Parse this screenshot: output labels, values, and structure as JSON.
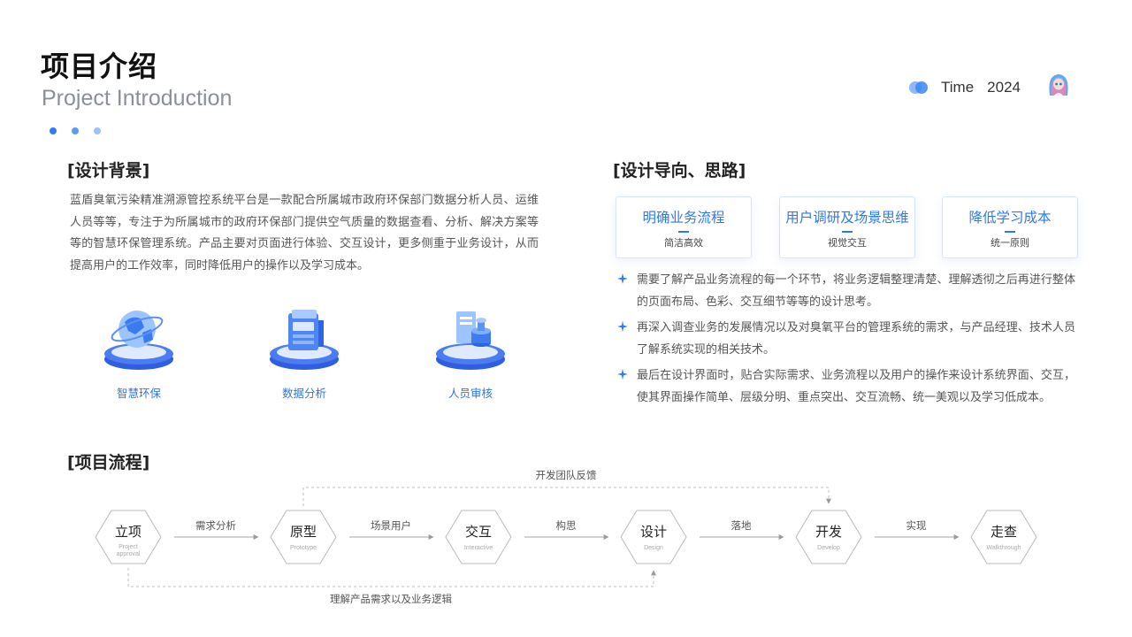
{
  "header": {
    "title_cn": "项目介绍",
    "title_en": "Project Introduction",
    "time_label": "Time",
    "year": "2024"
  },
  "background": {
    "title": "[设计背景]",
    "text": "蓝盾臭氧污染精准溯源管控系统平台是一款配合所属城市政府环保部门数据分析人员、运维人员等等，专注于为所属城市的政府环保部门提供空气质量的数据查看、分析、解决方案等等的智慧环保管理系统。产品主要对页面进行体验、交互设计，更多侧重于业务设计，从而提高用户的工作效率，同时降低用户的操作以及学习成本。",
    "features": [
      {
        "label": "智慧环保",
        "icon": "globe-icon"
      },
      {
        "label": "数据分析",
        "icon": "data-server-icon"
      },
      {
        "label": "人员审核",
        "icon": "personnel-review-icon"
      }
    ]
  },
  "guidance": {
    "title": "[设计导向、思路]",
    "cards": [
      {
        "title": "明确业务流程",
        "sub": "简洁高效"
      },
      {
        "title": "用户调研及场景思维",
        "sub": "视觉交互"
      },
      {
        "title": "降低学习成本",
        "sub": "统一原则"
      }
    ],
    "bullets": [
      "需要了解产品业务流程的每一个环节，将业务逻辑整理清楚、理解透彻之后再进行整体的页面布局、色彩、交互细节等等的设计思考。",
      "再深入调查业务的发展情况以及对臭氧平台的管理系统的需求，与产品经理、技术人员了解系统实现的相关技术。",
      "最后在设计界面时，贴合实际需求、业务流程以及用户的操作来设计系统界面、交互，使其界面操作简单、层级分明、重点突出、交互流畅、统一美观以及学习低成本。"
    ]
  },
  "process": {
    "title": "[项目流程]",
    "top_feedback": "开发团队反馈",
    "bottom_feedback": "理解产品需求以及业务逻辑",
    "steps": [
      {
        "cn": "立项",
        "en1": "Project",
        "en2": "approval"
      },
      {
        "cn": "原型",
        "en1": "Prototype",
        "en2": ""
      },
      {
        "cn": "交互",
        "en1": "Interactive",
        "en2": ""
      },
      {
        "cn": "设计",
        "en1": "Design",
        "en2": ""
      },
      {
        "cn": "开发",
        "en1": "Develop",
        "en2": ""
      },
      {
        "cn": "走查",
        "en1": "Walkthrough",
        "en2": ""
      }
    ],
    "arrows": [
      "需求分析",
      "场景用户",
      "构思",
      "落地",
      "实现"
    ]
  },
  "colors": {
    "accent": "#2f7df6",
    "card_title": "#2d79ec",
    "platform": "#3a6ff0"
  }
}
